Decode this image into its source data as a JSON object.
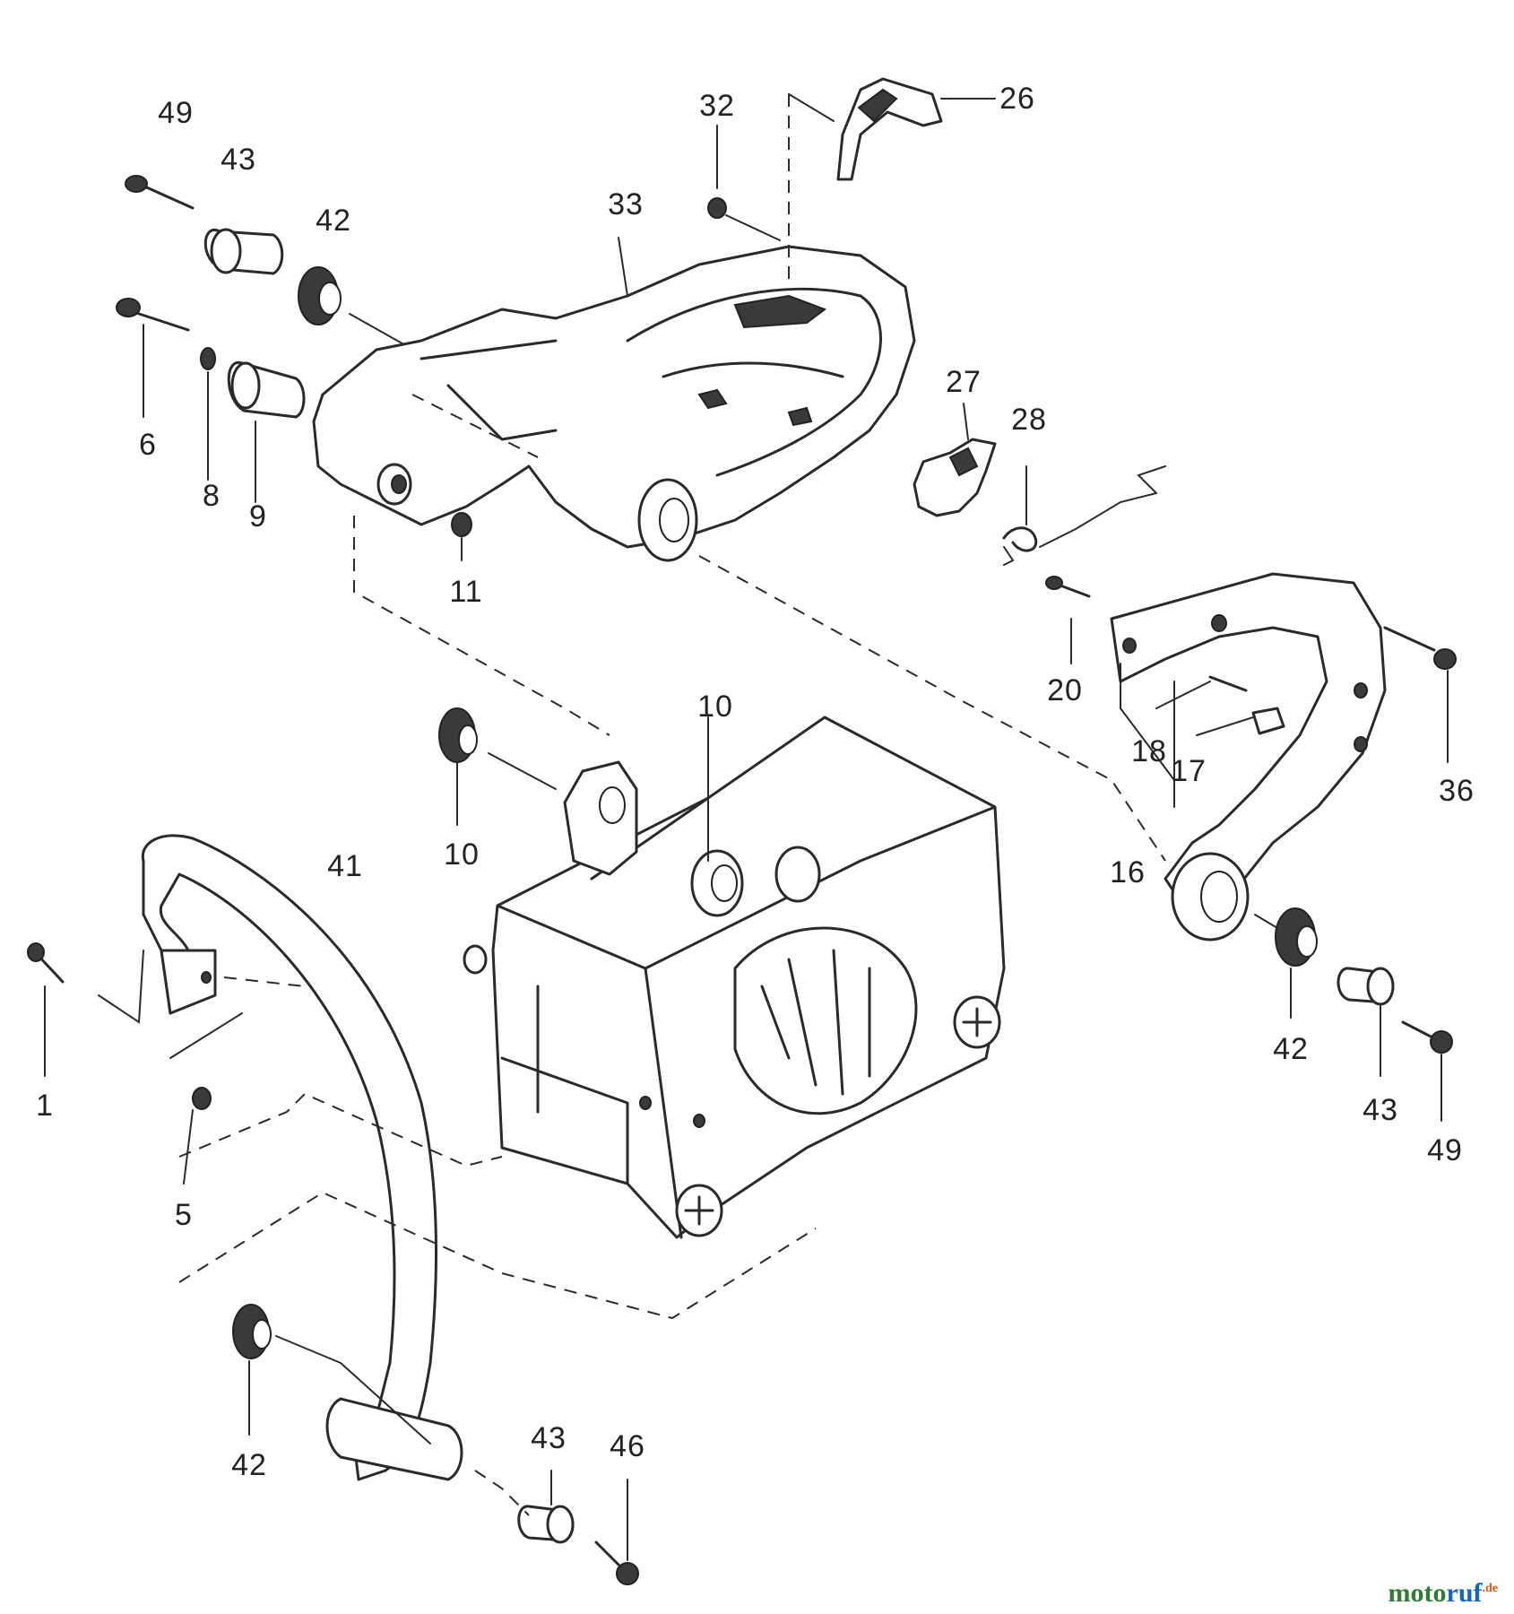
{
  "labels": [
    {
      "text": "49"
    },
    {
      "text": "43"
    },
    {
      "text": "42"
    },
    {
      "text": "6"
    },
    {
      "text": "8"
    },
    {
      "text": "9"
    },
    {
      "text": "11"
    },
    {
      "text": "33"
    },
    {
      "text": "32"
    },
    {
      "text": "26"
    },
    {
      "text": "27"
    },
    {
      "text": "28"
    },
    {
      "text": "20"
    },
    {
      "text": "18"
    },
    {
      "text": "17"
    },
    {
      "text": "16"
    },
    {
      "text": "36"
    },
    {
      "text": "10"
    },
    {
      "text": "10"
    },
    {
      "text": "41"
    },
    {
      "text": "1"
    },
    {
      "text": "5"
    },
    {
      "text": "42"
    },
    {
      "text": "43"
    },
    {
      "text": "49"
    },
    {
      "text": "42"
    },
    {
      "text": "43"
    },
    {
      "text": "46"
    }
  ],
  "watermark": {
    "part_a": "moto",
    "part_b": "ruf",
    "part_c": ".de"
  }
}
